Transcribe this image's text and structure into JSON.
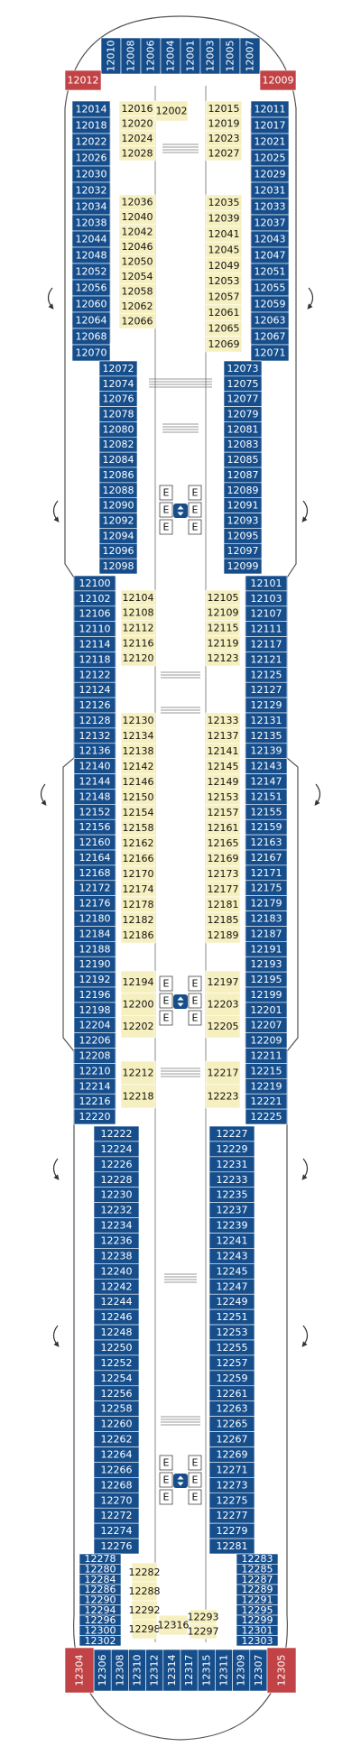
{
  "deck": {
    "colors": {
      "cabin_blue": "#164e8c",
      "cabin_cream": "#f6f0c0",
      "suite_red": "#c24346",
      "hull_line": "#555555",
      "corridor_line": "#888888"
    },
    "suites": {
      "fore_left": "12012",
      "fore_right": "12009",
      "aft_left": "12304",
      "aft_right": "12305"
    },
    "fore_top_row": [
      "12010",
      "12008",
      "12006",
      "12004",
      "12001",
      "12003",
      "12005",
      "12007"
    ],
    "aft_bottom_row": [
      "12306",
      "12308",
      "12310",
      "12312",
      "12314",
      "12317",
      "12315",
      "12311",
      "12309",
      "12307"
    ],
    "elevator_glyph": "E",
    "sections": {
      "s1": {
        "left_outer": [
          "12014",
          "12018",
          "12022",
          "12026",
          "12030",
          "12032",
          "12034",
          "12038",
          "12044",
          "12048",
          "12052",
          "12056",
          "12060",
          "12064",
          "12068",
          "12070"
        ],
        "right_outer": [
          "12011",
          "12017",
          "12021",
          "12025",
          "12029",
          "12031",
          "12033",
          "12037",
          "12043",
          "12047",
          "12051",
          "12055",
          "12059",
          "12063",
          "12067",
          "12071"
        ],
        "inner_left_a": [
          "12016",
          "12020",
          "12024",
          "12028"
        ],
        "inner_left_b": [
          "12036",
          "12040",
          "12042",
          "12046",
          "12050",
          "12054",
          "12058",
          "12062",
          "12066"
        ],
        "inner_right_a": [
          "12015",
          "12019",
          "12023",
          "12027"
        ],
        "inner_right_b": [
          "12035",
          "12039",
          "12041",
          "12045",
          "12049",
          "12053",
          "12057",
          "12061",
          "12065",
          "12069"
        ],
        "center_top": "12002"
      },
      "s2": {
        "left": [
          "12072",
          "12074",
          "12076",
          "12078",
          "12080",
          "12082",
          "12084",
          "12086",
          "12088",
          "12090",
          "12092",
          "12094",
          "12096",
          "12098"
        ],
        "right": [
          "12073",
          "12075",
          "12077",
          "12079",
          "12081",
          "12083",
          "12085",
          "12087",
          "12089",
          "12091",
          "12093",
          "12095",
          "12097",
          "12099"
        ]
      },
      "s3": {
        "left_outer": [
          "12100",
          "12102",
          "12106",
          "12110",
          "12114",
          "12118",
          "12122",
          "12124",
          "12126",
          "12128",
          "12132",
          "12136",
          "12140",
          "12144",
          "12148",
          "12152",
          "12156",
          "12160",
          "12164",
          "12168",
          "12172",
          "12176",
          "12180",
          "12184",
          "12188",
          "12190",
          "12192",
          "12196",
          "12198",
          "12204",
          "12206",
          "12208",
          "12210",
          "12214",
          "12216",
          "12220"
        ],
        "right_outer": [
          "12101",
          "12103",
          "12107",
          "12111",
          "12117",
          "12121",
          "12125",
          "12127",
          "12129",
          "12131",
          "12135",
          "12139",
          "12143",
          "12147",
          "12151",
          "12155",
          "12159",
          "12163",
          "12167",
          "12171",
          "12175",
          "12179",
          "12183",
          "12187",
          "12191",
          "12193",
          "12195",
          "12199",
          "12201",
          "12207",
          "12209",
          "12211",
          "12215",
          "12219",
          "12221",
          "12225"
        ],
        "inner_left_a": [
          "12104",
          "12108",
          "12112",
          "12116",
          "12120"
        ],
        "inner_right_a": [
          "12105",
          "12109",
          "12115",
          "12119",
          "12123"
        ],
        "inner_left_b": [
          "12130",
          "12134",
          "12138",
          "12142",
          "12146",
          "12150",
          "12154",
          "12158",
          "12162",
          "12166",
          "12170",
          "12174",
          "12178",
          "12182",
          "12186"
        ],
        "inner_right_b": [
          "12133",
          "12137",
          "12141",
          "12145",
          "12149",
          "12153",
          "12157",
          "12161",
          "12165",
          "12169",
          "12173",
          "12177",
          "12181",
          "12185",
          "12189"
        ],
        "inner_left_c": [
          "12194",
          "12200",
          "12202"
        ],
        "inner_right_c": [
          "12197",
          "12203",
          "12205"
        ],
        "inner_left_d": [
          "12212",
          "12218"
        ],
        "inner_right_d": [
          "12217",
          "12223"
        ]
      },
      "s4": {
        "left": [
          "12222",
          "12224",
          "12226",
          "12228",
          "12230",
          "12232",
          "12234",
          "12236",
          "12238",
          "12240",
          "12242",
          "12244",
          "12246",
          "12248",
          "12250",
          "12252",
          "12254",
          "12256",
          "12258",
          "12260",
          "12262",
          "12264",
          "12266",
          "12268",
          "12270",
          "12272",
          "12274",
          "12276"
        ],
        "right": [
          "12227",
          "12229",
          "12231",
          "12233",
          "12235",
          "12237",
          "12239",
          "12241",
          "12243",
          "12245",
          "12247",
          "12249",
          "12251",
          "12253",
          "12255",
          "12257",
          "12259",
          "12261",
          "12263",
          "12265",
          "12267",
          "12269",
          "12271",
          "12273",
          "12275",
          "12277",
          "12279",
          "12281"
        ]
      },
      "s5": {
        "left": [
          "12278",
          "12280",
          "12284",
          "12286",
          "12290",
          "12294",
          "12296",
          "12300",
          "12302"
        ],
        "right": [
          "12283",
          "12285",
          "12287",
          "12289",
          "12291",
          "12295",
          "12299",
          "12301",
          "12303"
        ],
        "inner_left": [
          "12282",
          "12288",
          "12292",
          "12298"
        ],
        "inner_right": [
          "12293",
          "12297"
        ],
        "center_bottom": "12316"
      }
    }
  }
}
